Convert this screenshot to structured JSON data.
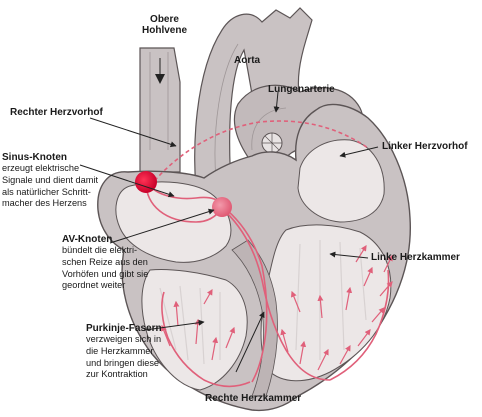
{
  "labels": {
    "obere_hohlvene": [
      "Obere",
      "Hohlvene"
    ],
    "aorta": "Aorta",
    "lungenarterie": "Lungenarterie",
    "rechter_herzvorhof": "Rechter Herzvorhof",
    "linker_herzvorhof": "Linker Herzvorhof",
    "linke_herzkammer": "Linke Herzkammer",
    "rechte_herzkammer": "Rechte Herzkammer",
    "sinus_knoten": {
      "title": "Sinus-Knoten",
      "desc": [
        "erzeugt elektrische",
        "Signale und dient damit",
        "als natürlicher Schritt-",
        "macher des Herzens"
      ]
    },
    "av_knoten": {
      "title": "AV-Knoten",
      "desc": [
        "bündelt die elektri-",
        "schen Reize aus den",
        "Vorhöfen und gibt sie",
        "geordnet weiter"
      ]
    },
    "purkinje_fasern": {
      "title": "Purkinje-Fasern",
      "desc": [
        "verzweigen sich in",
        "die Herzkammer",
        "und bringen diese",
        "zur Kontraktion"
      ]
    }
  },
  "colors": {
    "tissue": "#c9c2c3",
    "tissue_dark": "#9e9697",
    "chamber": "#f1eded",
    "outline": "#5c5556",
    "signal": "#e0607a",
    "node": "#e6123d",
    "node_light": "#ec6a80",
    "pointer": "#222222"
  }
}
